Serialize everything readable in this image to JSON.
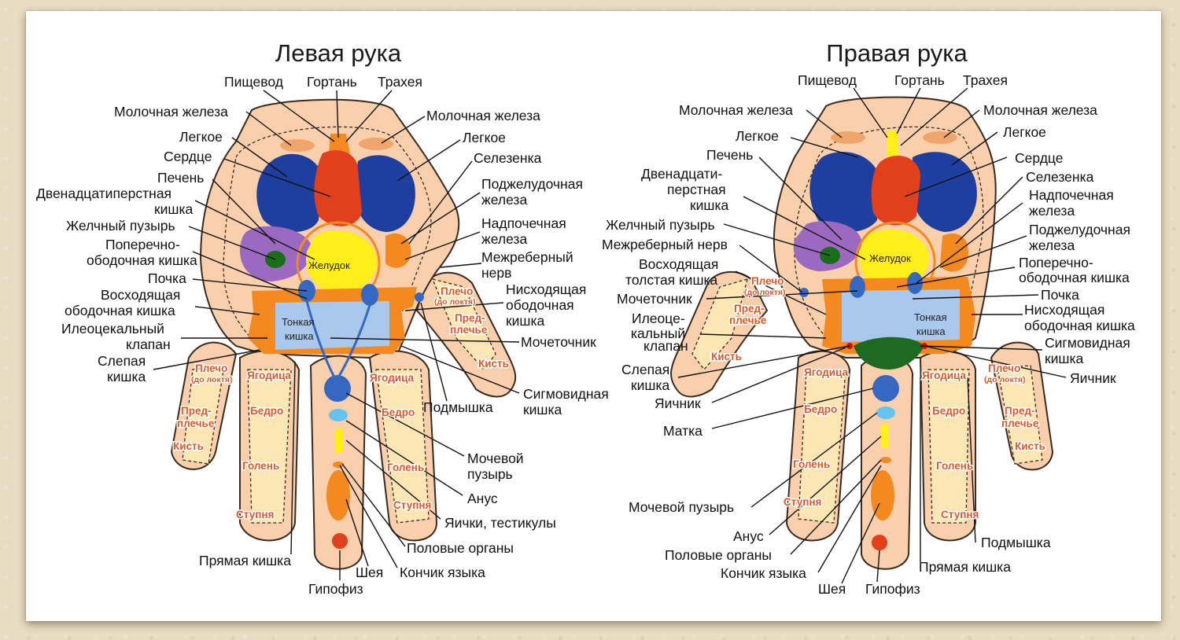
{
  "left": {
    "title": "Левая рука",
    "labels": {
      "pishchevod": "Пищевод",
      "gortan": "Гортань",
      "traheya": "Трахея",
      "mol_zhel_l": "Молочная железа",
      "mol_zhel_r": "Молочная железа",
      "legkoe_l": "Легкое",
      "legkoe_r": "Легкое",
      "serdce": "Сердце",
      "selezenka": "Селезенка",
      "pechen": "Печень",
      "podzhel_1": "Поджелудочная",
      "podzhel_2": "железа",
      "dvenad_1": "Двенадцатиперстная",
      "dvenad_2": "кишка",
      "zhelch": "Желчный пузырь",
      "nadpoch_1": "Надпочечная",
      "nadpoch_2": "железа",
      "poper_1": "Поперечно-",
      "poper_2": "ободочная кишка",
      "mezhreb_1": "Межреберный",
      "mezhreb_2": "нерв",
      "pochka": "Почка",
      "voshod_1": "Восходящая",
      "voshod_2": "ободочная кишка",
      "nishod_1": "Нисходящая",
      "nishod_2": "ободочная",
      "nishod_3": "кишка",
      "ileo_1": "Илеоцекальный",
      "ileo_2": "клапан",
      "mochetochnik": "Мочеточник",
      "slepaya_1": "Слепая",
      "slepaya_2": "кишка",
      "sigm_1": "Сигмовидная",
      "sigm_2": "кишка",
      "podmyshka": "Подмышка",
      "mochevoy_1": "Мочевой",
      "mochevoy_2": "пузырь",
      "anus": "Анус",
      "yaichki": "Яички, тестикулы",
      "polovye": "Половые органы",
      "pryamaya": "Прямая кишка",
      "sheya": "Шея",
      "konchik": "Кончик языка",
      "gipofiz": "Гипофиз"
    },
    "inner": {
      "zheludok": "Желудок",
      "tonkaya_1": "Тонкая",
      "tonkaya_2": "кишка"
    },
    "zones": {
      "plecho": "Плечо",
      "do_loktya": "(до локтя)",
      "pred_1": "Пред-",
      "pred_2": "плечье",
      "kist": "Кисть",
      "yagodica": "Ягодица",
      "bedro": "Бедро",
      "golen": "Голень",
      "stupnya": "Ступня"
    }
  },
  "right": {
    "title": "Правая рука",
    "labels": {
      "pishchevod": "Пищевод",
      "gortan": "Гортань",
      "traheya": "Трахея",
      "mol_zhel_l": "Молочная железа",
      "mol_zhel_r": "Молочная железа",
      "legkoe_l": "Легкое",
      "legkoe_r": "Легкое",
      "pechen": "Печень",
      "serdce": "Сердце",
      "dvenad_1": "Двенадцати-",
      "dvenad_2": "перстная",
      "dvenad_3": "кишка",
      "selezenka": "Селезенка",
      "nadpoch_1": "Надпочечная",
      "nadpoch_2": "железа",
      "zhelch": "Желчный пузырь",
      "podzhel_1": "Поджелудочная",
      "podzhel_2": "железа",
      "mezhreb": "Межреберный нерв",
      "poper_1": "Поперечно-",
      "poper_2": "ободочная кишка",
      "voshod_1": "Восходящая",
      "voshod_2": "толстая кишка",
      "pochka": "Почка",
      "mochetochnik": "Мочеточник",
      "nishod_1": "Нисходящая",
      "nishod_2": "ободочная кишка",
      "ileo_1": "Илеоце-",
      "ileo_2": "кальный",
      "ileo_3": "клапан",
      "sigm_1": "Сигмовидная",
      "sigm_2": "кишка",
      "slepaya_1": "Слепая",
      "slepaya_2": "кишка",
      "yaichnik_l": "Яичник",
      "yaichnik_r": "Яичник",
      "matka": "Матка",
      "mochevoy": "Мочевой пузырь",
      "podmyshka": "Подмышка",
      "anus": "Анус",
      "polovye": "Половые органы",
      "pryamaya": "Прямая кишка",
      "konchik": "Кончик языка",
      "sheya": "Шея",
      "gipofiz": "Гипофиз"
    },
    "inner": {
      "zheludok": "Желудок",
      "tonkaya_1": "Тонкая",
      "tonkaya_2": "кишка"
    },
    "zones": {
      "plecho": "Плечо",
      "do_loktya": "(до локтя)",
      "pred_1": "Пред-",
      "pred_2": "плечье",
      "kist": "Кисть",
      "yagodica": "Ягодица",
      "bedro": "Бедро",
      "golen": "Голень",
      "stupnya": "Ступня"
    }
  },
  "colors": {
    "skin": "#f9cfac",
    "lung": "#1f3f9e",
    "heart": "#e0401c",
    "liver": "#9b6ac0",
    "stomach": "#ffee1a",
    "intestine": "#a9c8ec",
    "colon": "#f3891f",
    "kidney": "#3568c0",
    "gallbladder": "#1a6e1a",
    "sigmoid": "#1f6a22",
    "gland": "#f2a56a"
  }
}
